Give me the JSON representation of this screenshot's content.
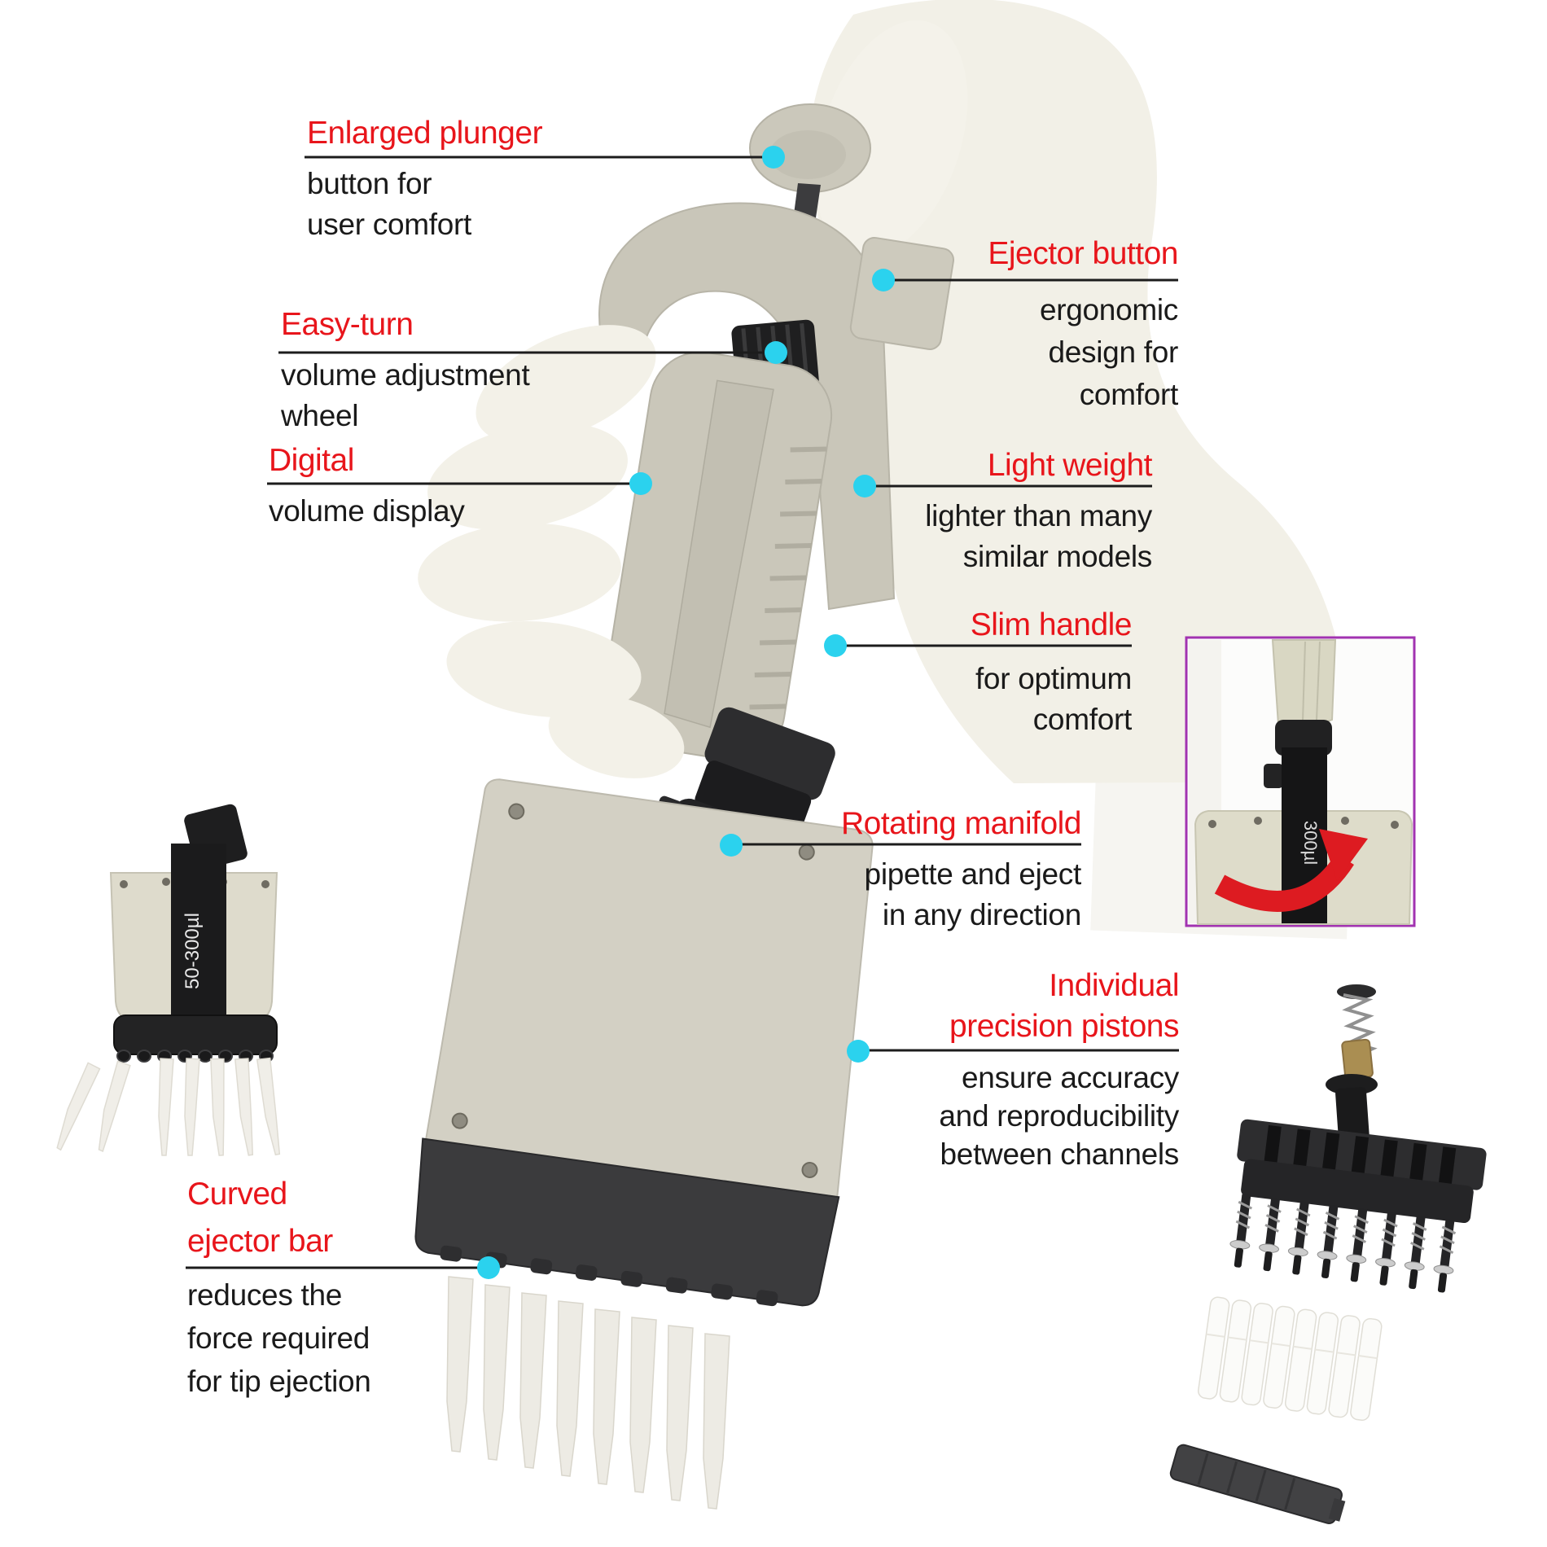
{
  "figure": {
    "type": "annotated-product-diagram",
    "subject": "8-channel multichannel pipette held in a gloved hand"
  },
  "colors": {
    "accent_red": "#e8151b",
    "callout_cyan": "#2bd2ee",
    "text_black": "#1a1a1a",
    "inset_border_purple": "#a233b1",
    "pipette_beige": "#cac7ba",
    "pipette_dark": "#232325",
    "glove_white": "#f2f0e7"
  },
  "callouts": [
    {
      "id": "enlarged-plunger",
      "title": "Enlarged plunger",
      "desc": "button for\nuser comfort"
    },
    {
      "id": "easy-turn",
      "title": "Easy-turn",
      "desc": "volume adjustment\nwheel"
    },
    {
      "id": "digital",
      "title": "Digital",
      "desc": "volume display"
    },
    {
      "id": "ejector-button",
      "title": "Ejector button",
      "desc": "ergonomic\ndesign for\ncomfort"
    },
    {
      "id": "light-weight",
      "title": "Light weight",
      "desc": "lighter than many\nsimilar models"
    },
    {
      "id": "slim-handle",
      "title": "Slim handle",
      "desc": "for optimum\ncomfort"
    },
    {
      "id": "rotating-manifold",
      "title": "Rotating manifold",
      "desc": "pipette and eject\nin any direction"
    },
    {
      "id": "individual-precision-pistons",
      "title": "Individual\nprecision pistons",
      "desc": "ensure accuracy\nand reproducibility\nbetween channels"
    },
    {
      "id": "curved-ejector-bar",
      "title": "Curved\nejector bar",
      "desc": "reduces the\nforce required\nfor tip ejection"
    }
  ],
  "product_labels": {
    "volume_range": "50-300µl",
    "inset_volume": "300µl"
  }
}
